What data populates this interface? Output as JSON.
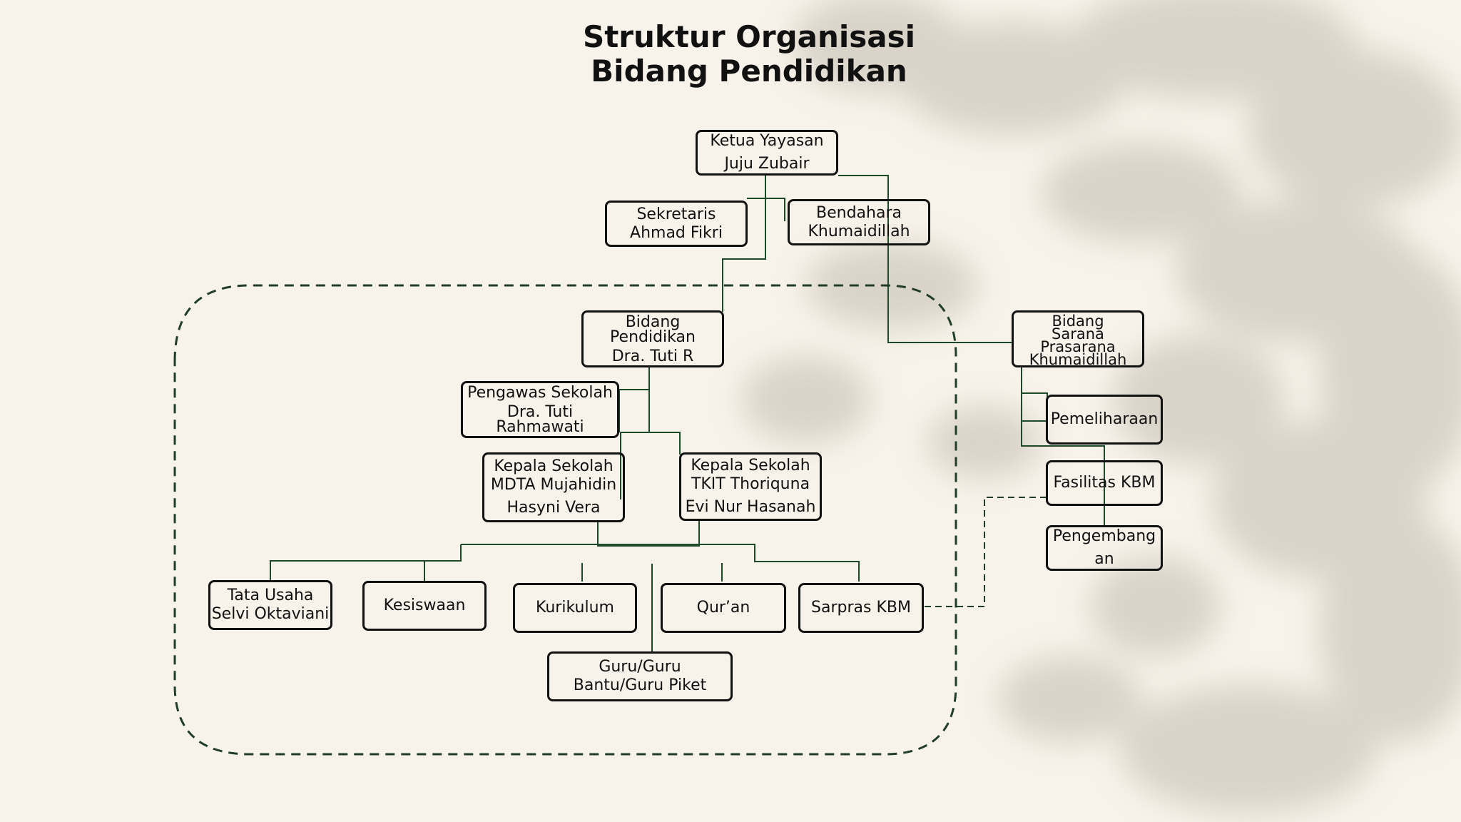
{
  "title": {
    "line1": "Struktur Organisasi",
    "line2": "Bidang Pendidikan"
  },
  "nodes": {
    "ketua": {
      "role": "Ketua Yayasan",
      "name": "Juju Zubair"
    },
    "sekretaris": {
      "role": "Sekretaris",
      "name": "Ahmad Fikri"
    },
    "bendahara": {
      "role": "Bendahara",
      "name": "Khumaidillah"
    },
    "bidang_pendidikan": {
      "role1": "Bidang",
      "role2": "Pendidikan",
      "name": "Dra. Tuti R"
    },
    "bidang_sarana": {
      "role1": "Bidang",
      "role2": "Sarana",
      "role3": "Prasarana",
      "name": "Khumaidillah"
    },
    "pengawas": {
      "role": "Pengawas Sekolah",
      "name1": "Dra. Tuti",
      "name2": "Rahmawati"
    },
    "kepsek_mdta": {
      "role": "Kepala Sekolah",
      "school": "MDTA Mujahidin",
      "name": "Hasyni Vera"
    },
    "kepsek_tkit": {
      "role": "Kepala Sekolah",
      "school": "TKIT Thoriquna",
      "name": "Evi Nur Hasanah"
    },
    "tata_usaha": {
      "role": "Tata Usaha",
      "name": "Selvi Oktaviani"
    },
    "kesiswaan": {
      "label": "Kesiswaan"
    },
    "kurikulum": {
      "label": "Kurikulum"
    },
    "quran": {
      "label": "Qur’an"
    },
    "sarpras_kbm": {
      "label": "Sarpras KBM"
    },
    "guru": {
      "line1": "Guru/Guru",
      "line2": "Bantu/Guru Piket"
    },
    "pemeliharaan": {
      "label": "Pemeliharaan"
    },
    "fasilitas_kbm": {
      "label": "Fasilitas KBM"
    },
    "pengembangan": {
      "line1": "Pengembang",
      "line2": "an"
    }
  },
  "colors": {
    "background": "#f8f3ea",
    "box_border": "#111111",
    "connector": "#1f4a2a",
    "dashed_group": "#1f3d27"
  }
}
